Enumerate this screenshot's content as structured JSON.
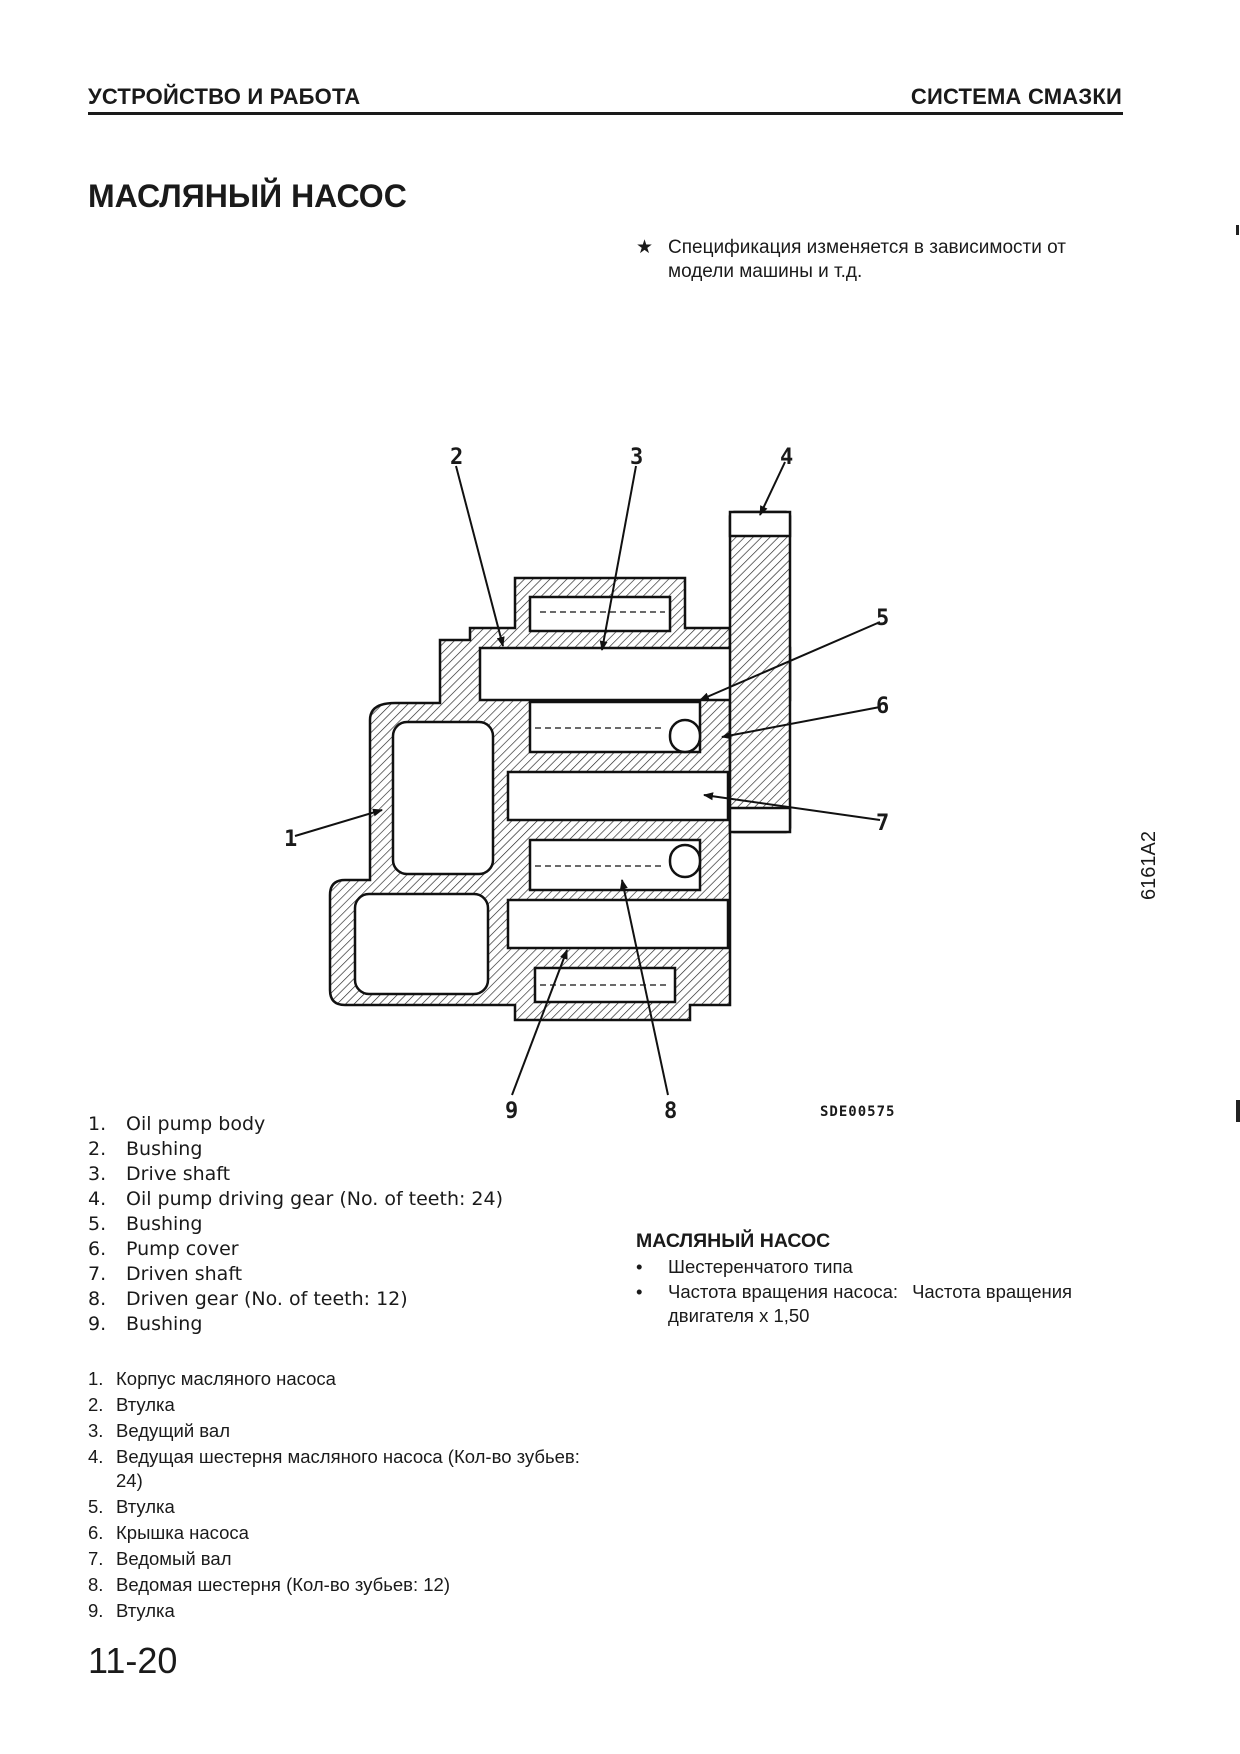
{
  "header": {
    "left": "УСТРОЙСТВО И РАБОТА",
    "right": "СИСТЕМА СМАЗКИ"
  },
  "title": "МАСЛЯНЫЙ НАСОС",
  "note": {
    "symbol": "★",
    "text": "Спецификация изменяется в зависимости от модели машины и т.д."
  },
  "side_code": "6161A2",
  "diagram": {
    "callouts": [
      "1",
      "2",
      "3",
      "4",
      "5",
      "6",
      "7",
      "8",
      "9"
    ],
    "code": "SDE00575"
  },
  "parts_en": [
    {
      "num": "1.",
      "label": "Oil pump body"
    },
    {
      "num": "2.",
      "label": "Bushing"
    },
    {
      "num": "3.",
      "label": "Drive shaft"
    },
    {
      "num": "4.",
      "label": "Oil pump driving gear (No. of teeth: 24)"
    },
    {
      "num": "5.",
      "label": "Bushing"
    },
    {
      "num": "6.",
      "label": "Pump cover"
    },
    {
      "num": "7.",
      "label": "Driven shaft"
    },
    {
      "num": "8.",
      "label": "Driven gear (No. of teeth: 12)"
    },
    {
      "num": "9.",
      "label": "Bushing"
    }
  ],
  "parts_ru": [
    {
      "num": "1.",
      "label": "Корпус масляного насоса"
    },
    {
      "num": "2.",
      "label": "Втулка"
    },
    {
      "num": "3.",
      "label": "Ведущий вал"
    },
    {
      "num": "4.",
      "label": "Ведущая шестерня масляного насоса (Кол-во зубьев: 24)"
    },
    {
      "num": "5.",
      "label": "Втулка"
    },
    {
      "num": "6.",
      "label": "Крышка насоса"
    },
    {
      "num": "7.",
      "label": "Ведомый вал"
    },
    {
      "num": "8.",
      "label": "Ведомая шестерня (Кол-во зубьев: 12)"
    },
    {
      "num": "9.",
      "label": "Втулка"
    }
  ],
  "pump_spec": {
    "heading": "МАСЛЯНЫЙ НАСОС",
    "bullet": "•",
    "items": [
      {
        "label": "Шестеренчатого типа",
        "value": ""
      },
      {
        "label": "Частота вращения насоса:",
        "value": "Частота вращения двигателя x 1,50"
      }
    ]
  },
  "page_number": "11-20"
}
